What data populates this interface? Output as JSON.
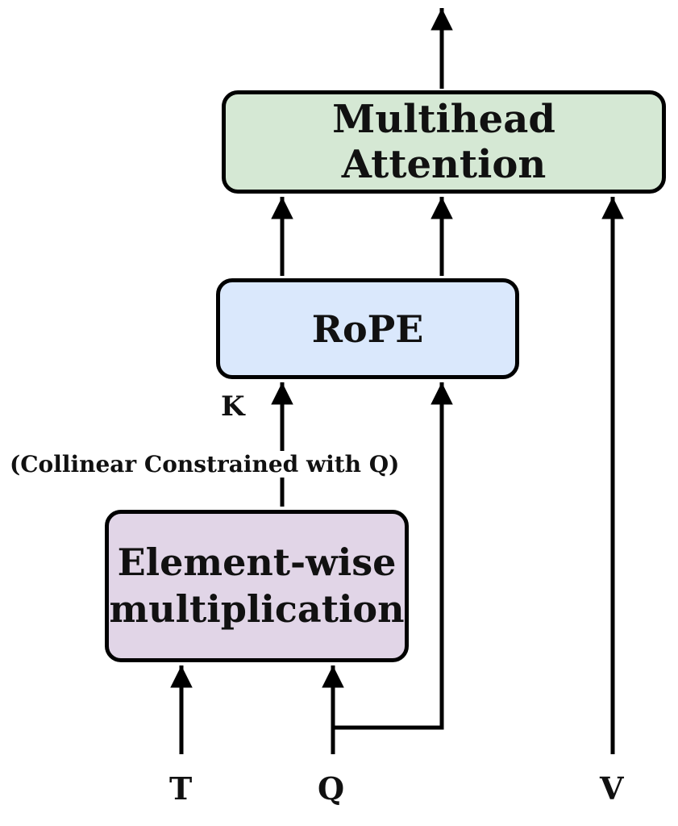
{
  "diagram": {
    "boxes": {
      "multihead_attention": {
        "label": "Multihead Attention",
        "fill": "#d5e8d4"
      },
      "rope": {
        "label": "RoPE",
        "fill": "#dae8fc"
      },
      "elementwise": {
        "line1": "Element-wise",
        "line2": "multiplication",
        "fill": "#e1d5e7"
      }
    },
    "labels": {
      "k": "K",
      "constraint": "(Collinear Constrained with Q)",
      "t": "T",
      "q": "Q",
      "v": "V"
    },
    "edges": [
      {
        "from": "T",
        "to": "Element-wise multiplication"
      },
      {
        "from": "Q",
        "to": "Element-wise multiplication"
      },
      {
        "from": "Q",
        "to": "RoPE"
      },
      {
        "from": "Element-wise multiplication",
        "to": "RoPE",
        "label": "K"
      },
      {
        "from": "RoPE",
        "to": "Multihead Attention"
      },
      {
        "from": "RoPE",
        "to": "Multihead Attention"
      },
      {
        "from": "V",
        "to": "Multihead Attention"
      },
      {
        "from": "Multihead Attention",
        "to": "output"
      }
    ],
    "colors": {
      "stroke": "#000000",
      "text": "#111111"
    }
  }
}
